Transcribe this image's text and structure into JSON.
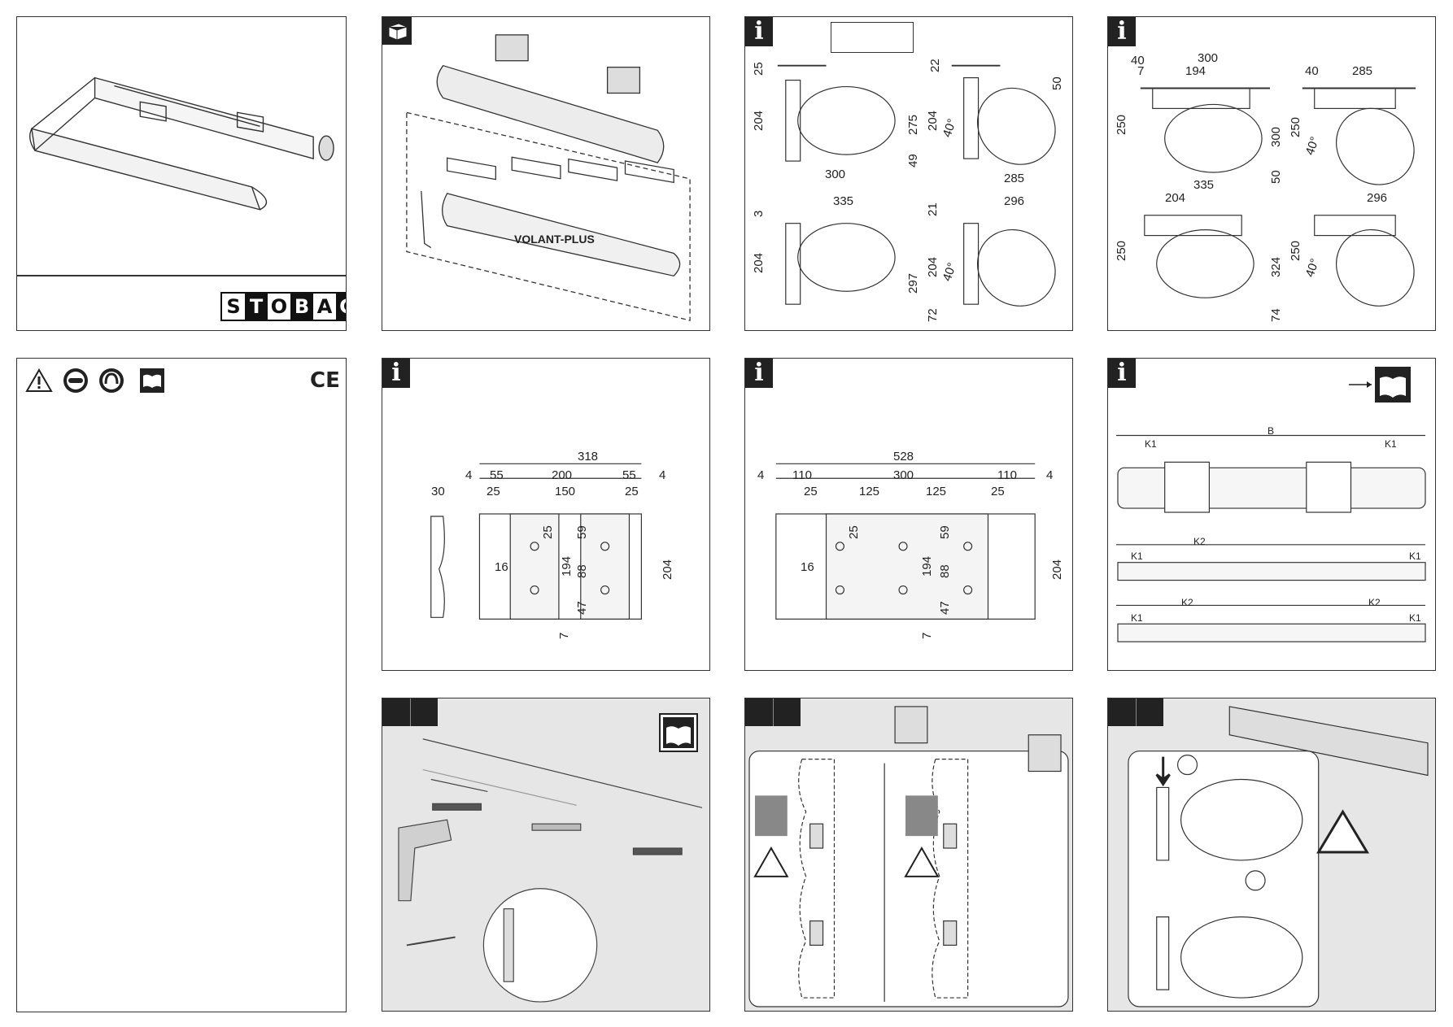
{
  "brand": {
    "logo_letters": [
      "S",
      "T",
      "O",
      "B",
      "A",
      "G"
    ]
  },
  "kit": {
    "product_label": "VOLANT-PLUS"
  },
  "dims_a": {
    "d25": "25",
    "d204": "204",
    "d300": "300",
    "d22": "22",
    "d50": "50",
    "d275": "275",
    "d204b": "204",
    "d40": "40°",
    "d49": "49",
    "d285": "285",
    "d3": "3",
    "d335": "335",
    "d204c": "204",
    "d21": "21",
    "d296": "296",
    "d297": "297",
    "d204d": "204",
    "d40b": "40°",
    "d72": "72"
  },
  "dims_b": {
    "d40": "40",
    "d300": "300",
    "d7": "7",
    "d194": "194",
    "d250": "250",
    "d40r": "40",
    "d285": "285",
    "d300v": "300",
    "d250r": "250",
    "d40deg": "40°",
    "d50": "50",
    "d335": "335",
    "d204": "204",
    "d250b": "250",
    "d296": "296",
    "d324": "324",
    "d250c": "250",
    "d40degb": "40°",
    "d74": "74"
  },
  "bracket_small": {
    "w318": "318",
    "d4l": "4",
    "d55l": "55",
    "d200": "200",
    "d55r": "55",
    "d4r": "4",
    "d30": "30",
    "d25l": "25",
    "d150": "150",
    "d25r": "25",
    "d25v": "25",
    "d16": "16",
    "d194": "194",
    "d59": "59",
    "d88": "88",
    "d47": "47",
    "d204": "204",
    "d7": "7"
  },
  "bracket_large": {
    "w528": "528",
    "d4l": "4",
    "d110l": "110",
    "d300": "300",
    "d110r": "110",
    "d4r": "4",
    "d25l": "25",
    "d125a": "125",
    "d125b": "125",
    "d25r": "25",
    "d25v": "25",
    "d16": "16",
    "d194": "194",
    "d59": "59",
    "d88": "88",
    "d47": "47",
    "d204": "204",
    "d7": "7"
  },
  "spacing": {
    "B": "B",
    "K1a": "K1",
    "K1b": "K1",
    "K2a": "K2",
    "K1c": "K1",
    "K1d": "K1",
    "K1e": "K1",
    "K2b": "K2",
    "K2c": "K2",
    "K1f": "K1"
  }
}
